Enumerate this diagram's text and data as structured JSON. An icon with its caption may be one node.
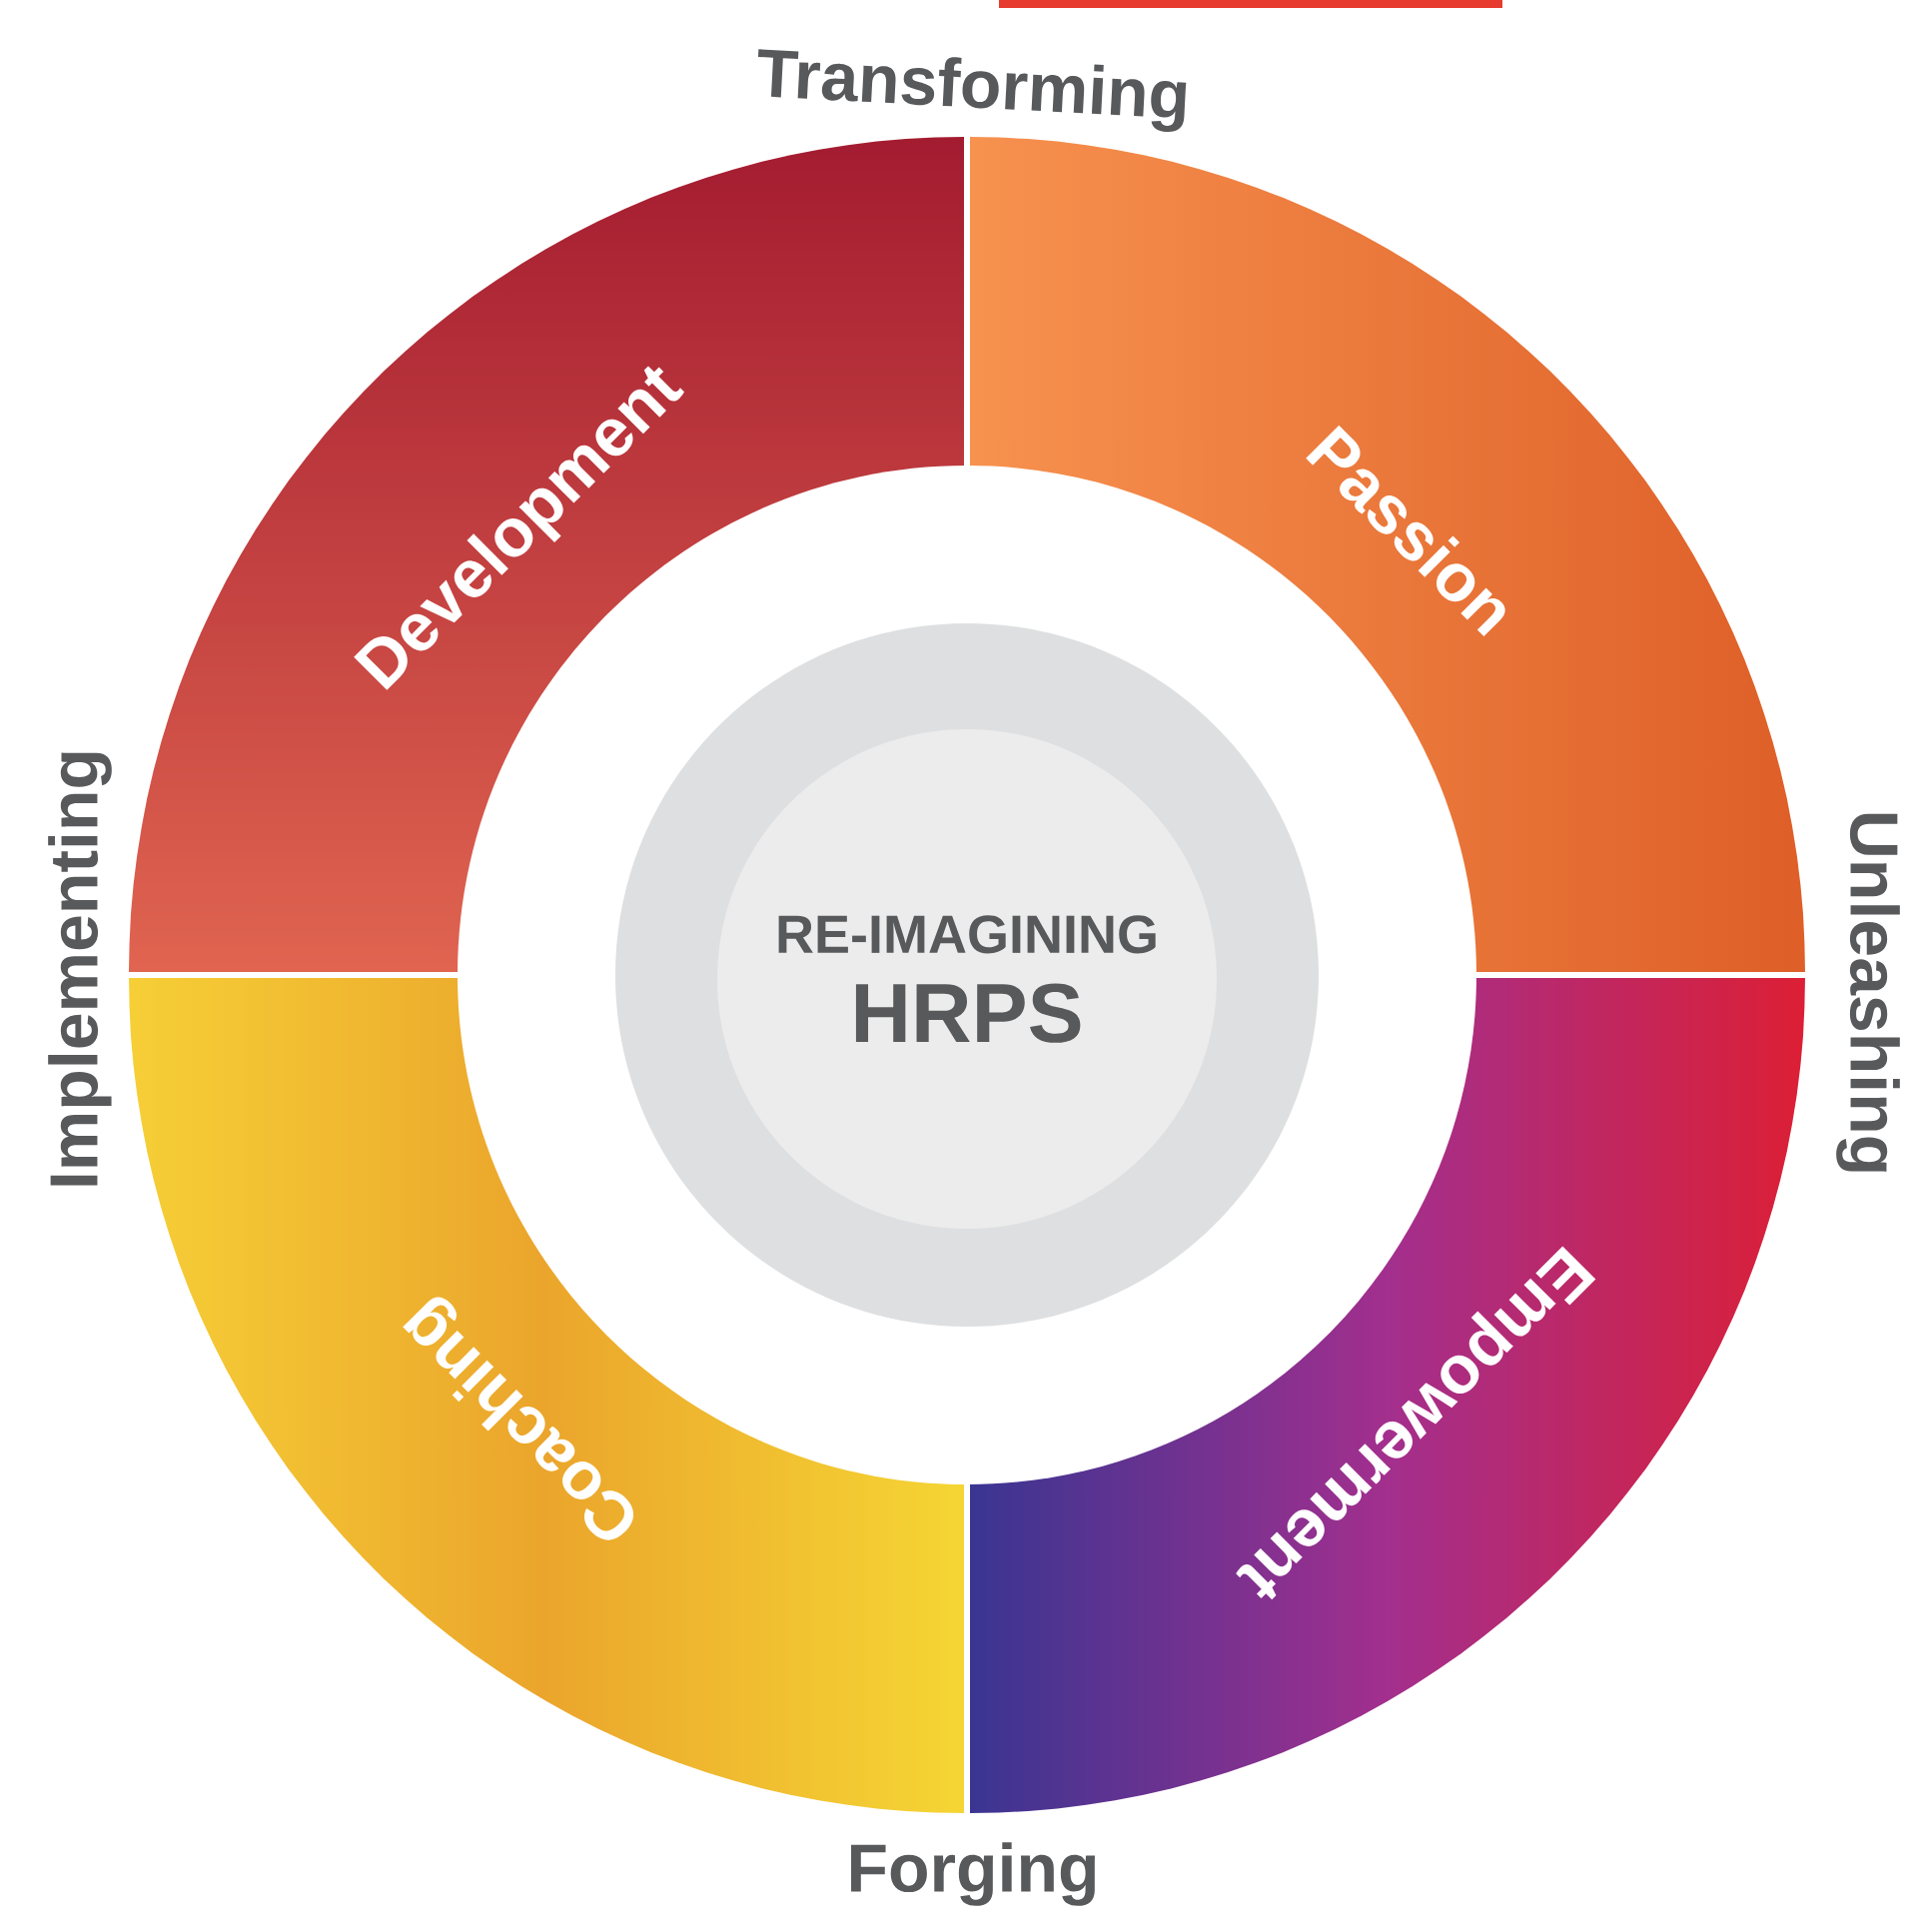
{
  "diagram": {
    "nodes": [
      {
        "text": [
          "Development"
        ]
      },
      {
        "text": [
          "Passion"
        ]
      },
      {
        "text": [
          "Empowerment"
        ]
      },
      {
        "text": [
          "Coaching"
        ]
      },
      {
        "text": [
          "RE-IMAGINING",
          "HRPS"
        ]
      }
    ],
    "labels": [
      "Transforming",
      "Unleashing",
      "Forging",
      "Implementing"
    ]
  }
}
